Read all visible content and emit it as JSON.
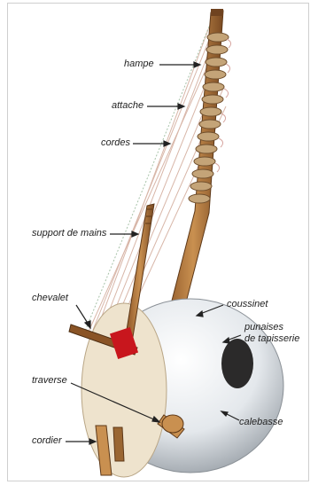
{
  "labels": {
    "hampe": "hampe",
    "attache": "attache",
    "cordes": "cordes",
    "support": "support de mains",
    "chevalet": "chevalet",
    "coussinet": "coussinet",
    "punaises1": "punaises",
    "punaises2": "de tapisserie",
    "traverse": "traverse",
    "calebasse": "calebasse",
    "cordier": "cordier"
  },
  "colors": {
    "wood": "#b27a3e",
    "wood_dark": "#6f4320",
    "gourd": "#e9ecef",
    "skin": "#eee3cd",
    "pad": "#c8161d",
    "strings": "#d8b6a8",
    "leader": "#222222"
  }
}
